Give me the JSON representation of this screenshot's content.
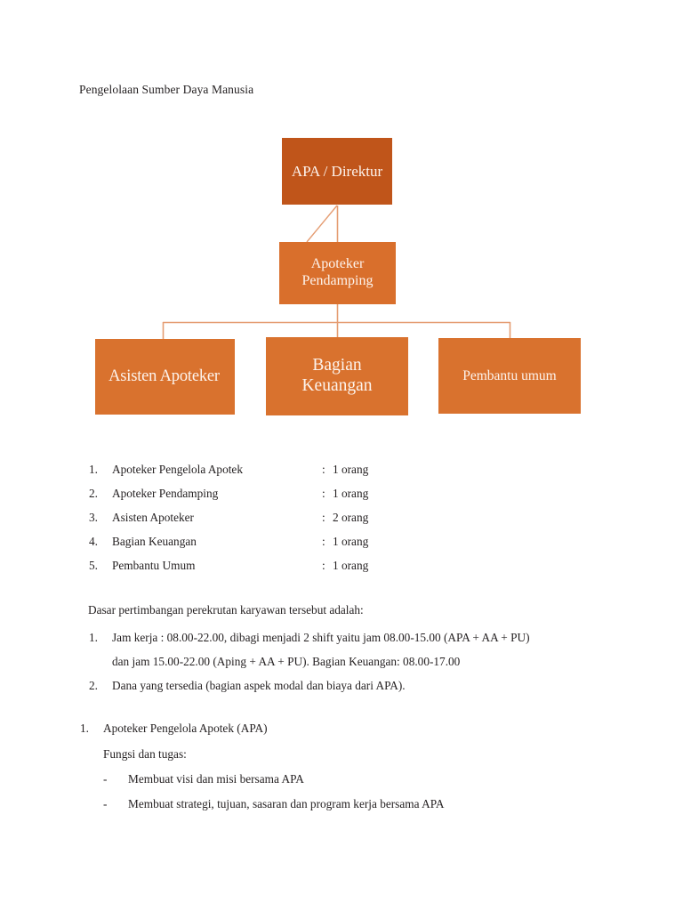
{
  "document": {
    "title": "Pengelolaan Sumber Daya Manusia"
  },
  "colors": {
    "node_top": "#c0551a",
    "node_level2": "#d96f2c",
    "node_level3": "#d9722e",
    "connector": "#e59d73",
    "text_on_node": "#fdf3ec",
    "body_text": "#231f20"
  },
  "org_chart": {
    "nodes": [
      {
        "id": "apa",
        "label": "APA / Direktur",
        "level": 1
      },
      {
        "id": "aping",
        "label": "Apoteker\nPendamping",
        "level": 2
      },
      {
        "id": "asisten",
        "label": "Asisten Apoteker",
        "level": 3
      },
      {
        "id": "keuangan",
        "label": "Bagian\nKeuangan",
        "level": 3
      },
      {
        "id": "pembantu",
        "label": "Pembantu umum",
        "level": 3
      }
    ],
    "edges": [
      {
        "from": "apa",
        "to": "aping"
      },
      {
        "from": "aping",
        "to": "asisten"
      },
      {
        "from": "aping",
        "to": "keuangan"
      },
      {
        "from": "aping",
        "to": "pembantu"
      }
    ]
  },
  "staffing": {
    "items": [
      {
        "num": "1.",
        "label": "Apoteker Pengelola Apotek",
        "colon": ":",
        "value": "1 orang"
      },
      {
        "num": "2.",
        "label": "Apoteker Pendamping",
        "colon": ":",
        "value": "1 orang"
      },
      {
        "num": "3.",
        "label": "Asisten Apoteker",
        "colon": ":",
        "value": "2 orang"
      },
      {
        "num": "4.",
        "label": "Bagian Keuangan",
        "colon": ":",
        "value": "1 orang"
      },
      {
        "num": "5.",
        "label": "Pembantu Umum",
        "colon": ":",
        "value": "1 orang"
      }
    ]
  },
  "reasons": {
    "intro": "Dasar pertimbangan perekrutan karyawan tersebut adalah:",
    "items": [
      {
        "num": "1.",
        "line1": "Jam kerja : 08.00-22.00, dibagi menjadi 2 shift yaitu jam 08.00-15.00 (APA + AA + PU)",
        "line2": "dan jam 15.00-22.00 (Aping + AA + PU). Bagian Keuangan: 08.00-17.00"
      },
      {
        "num": "2.",
        "line1": "Dana yang tersedia (bagian aspek modal dan biaya dari APA).",
        "line2": ""
      }
    ]
  },
  "tasks": {
    "heading_num": "1.",
    "heading": "Apoteker Pengelola Apotek (APA)",
    "subheading": "Fungsi dan tugas:",
    "bullet_mark": "-",
    "bullets": [
      "Membuat visi dan misi bersama APA",
      "Membuat strategi, tujuan, sasaran dan program kerja bersama APA"
    ]
  }
}
